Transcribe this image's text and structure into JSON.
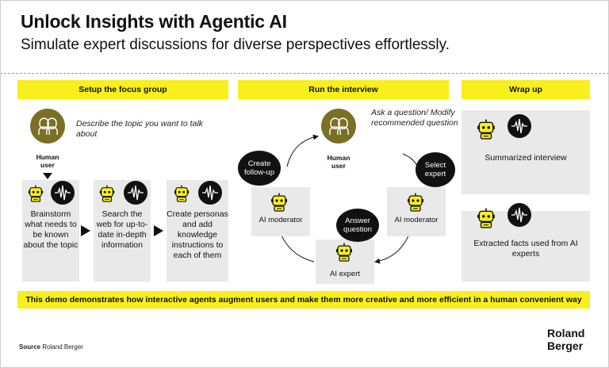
{
  "header": {
    "title": "Unlock Insights with Agentic AI",
    "subtitle": "Simulate expert discussions for diverse perspectives effortlessly."
  },
  "sections": {
    "setup": "Setup the focus group",
    "run": "Run the interview",
    "wrap": "Wrap up"
  },
  "setup": {
    "prompt": "Describe the topic you want to talk about",
    "user_label": "Human user",
    "steps": [
      "Brainstorm what needs to be known about the topic",
      "Search the web for up-to-date in-depth information",
      "Create personas and add knowledge instructions to each of them"
    ]
  },
  "run": {
    "prompt": "Ask a question/ Modify recommended question",
    "user_label": "Human user",
    "create_followup": "Create follow-up",
    "select_expert": "Select expert",
    "answer_question": "Answer question",
    "moderator_left": "AI moderator",
    "moderator_right": "AI moderator",
    "expert": "AI expert"
  },
  "wrap": {
    "item1": "Summarized interview",
    "item2": "Extracted facts used from AI experts"
  },
  "footer": {
    "banner": "This demo demonstrates how interactive agents augment users and make them more creative and more efficient in a human convenient way",
    "source_label": "Source",
    "source_value": "Roland Berger",
    "logo_line1": "Roland",
    "logo_line2": "Berger"
  },
  "colors": {
    "accent_yellow": "#f8ef1c",
    "olive": "#7a6f25",
    "grey_box": "#e9e9e9",
    "black": "#111111"
  },
  "icons": [
    "users-icon",
    "robot-icon",
    "waveform-icon",
    "arrow-right-icon"
  ]
}
